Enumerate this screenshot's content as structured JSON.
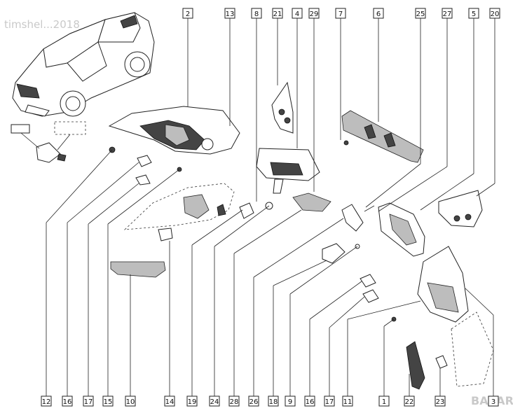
{
  "watermark": "timshel...2018",
  "corner_logo": "BAZAR",
  "top_callouts": [
    {
      "id": "2",
      "label": "2"
    },
    {
      "id": "13",
      "label": "13"
    },
    {
      "id": "8",
      "label": "8"
    },
    {
      "id": "21",
      "label": "21"
    },
    {
      "id": "4",
      "label": "4"
    },
    {
      "id": "29",
      "label": "29"
    },
    {
      "id": "7",
      "label": "7"
    },
    {
      "id": "6",
      "label": "6"
    },
    {
      "id": "25",
      "label": "25"
    },
    {
      "id": "27",
      "label": "27"
    },
    {
      "id": "5",
      "label": "5"
    },
    {
      "id": "20",
      "label": "20"
    }
  ],
  "bottom_callouts": [
    {
      "id": "12",
      "label": "12"
    },
    {
      "id": "16a",
      "label": "16"
    },
    {
      "id": "17a",
      "label": "17"
    },
    {
      "id": "15",
      "label": "15"
    },
    {
      "id": "10",
      "label": "10"
    },
    {
      "id": "14",
      "label": "14"
    },
    {
      "id": "19",
      "label": "19"
    },
    {
      "id": "24",
      "label": "24"
    },
    {
      "id": "28",
      "label": "28"
    },
    {
      "id": "26",
      "label": "26"
    },
    {
      "id": "18",
      "label": "18"
    },
    {
      "id": "9",
      "label": "9"
    },
    {
      "id": "16b",
      "label": "16"
    },
    {
      "id": "17b",
      "label": "17"
    },
    {
      "id": "11",
      "label": "11"
    },
    {
      "id": "1",
      "label": "1"
    },
    {
      "id": "22",
      "label": "22"
    },
    {
      "id": "23",
      "label": "23"
    },
    {
      "id": "3",
      "label": "3"
    }
  ]
}
